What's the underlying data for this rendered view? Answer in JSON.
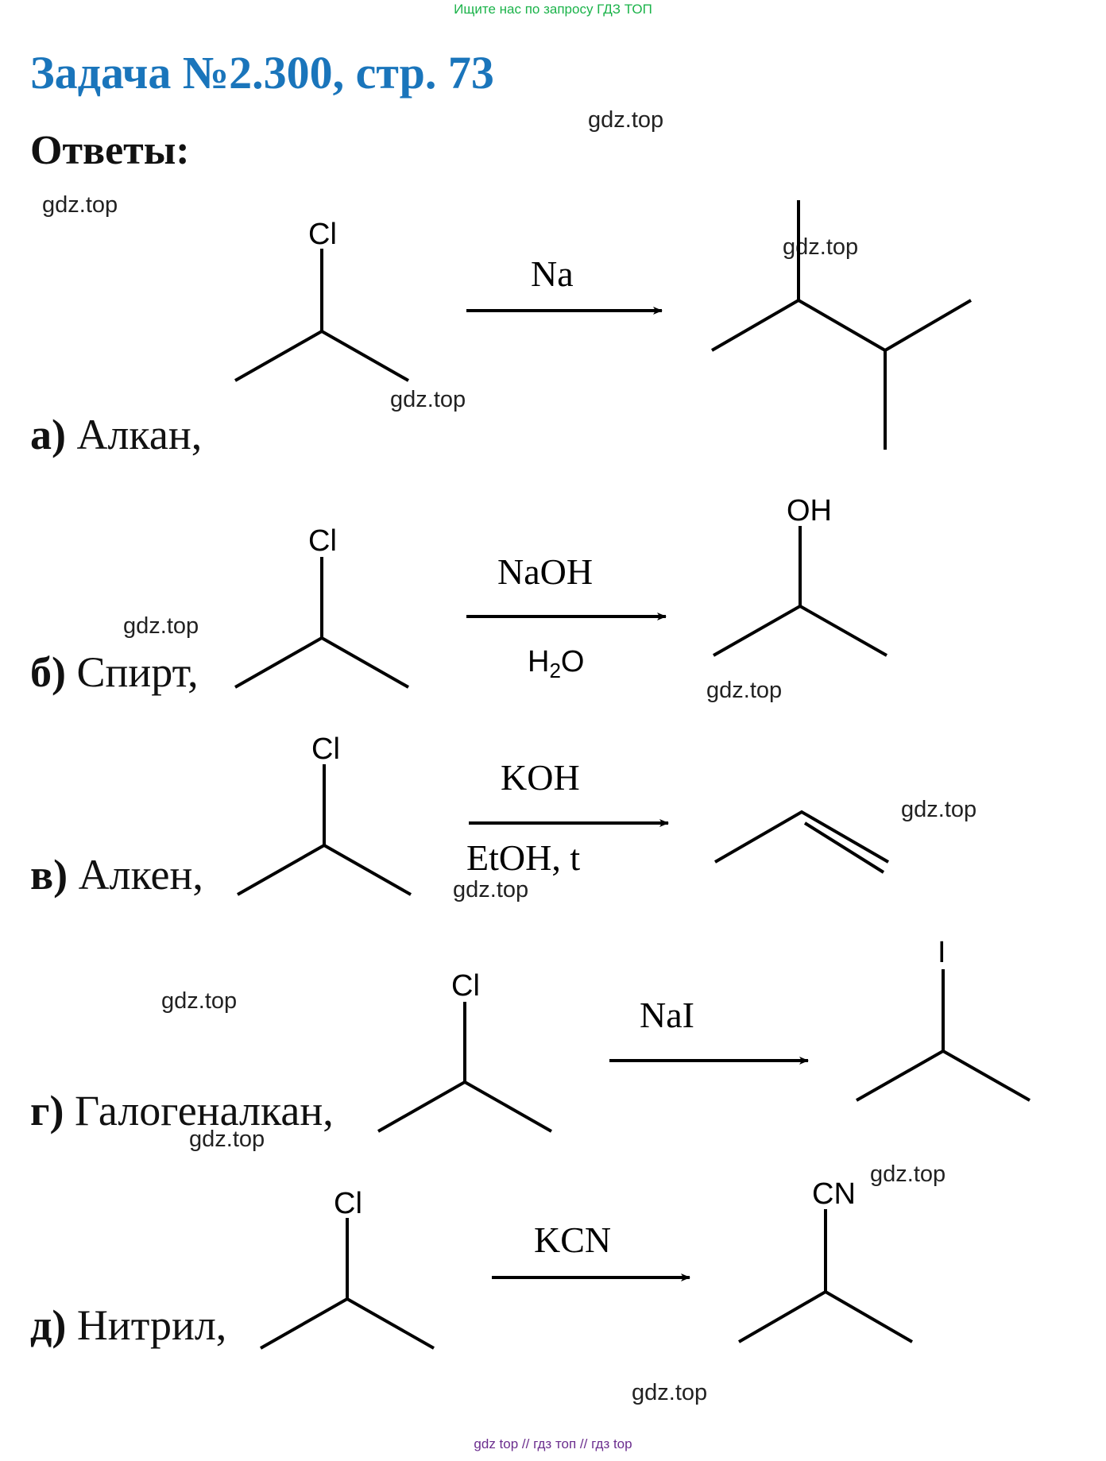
{
  "header": {
    "top_note": "Ищите нас по запросу ГДЗ ТОП"
  },
  "title": "Задача №2.300, стр. 73",
  "subtitle": "Ответы:",
  "watermark": "gdz.top",
  "items": [
    {
      "letter": "а)",
      "text": " Алкан,",
      "reagent_top": "Na",
      "reagent_bottom": "",
      "substituent": "Cl"
    },
    {
      "letter": "б)",
      "text": " Спирт,",
      "reagent_top": "NaOH",
      "reagent_bottom": "H2O",
      "substituent": "Cl",
      "product_group": "OH"
    },
    {
      "letter": "в)",
      "text": " Алкен,",
      "reagent_top": "KOH",
      "reagent_bottom": "EtOH, t",
      "substituent": "Cl"
    },
    {
      "letter": "г)",
      "text": " Галогеналкан,",
      "reagent_top": "NaI",
      "reagent_bottom": "",
      "substituent": "Cl",
      "product_group": "I"
    },
    {
      "letter": "д)",
      "text": " Нитрил,",
      "reagent_top": "KCN",
      "reagent_bottom": "",
      "substituent": "Cl",
      "product_group": "CN"
    }
  ],
  "footer": "gdz top  //  гдз топ  //  гдз top"
}
